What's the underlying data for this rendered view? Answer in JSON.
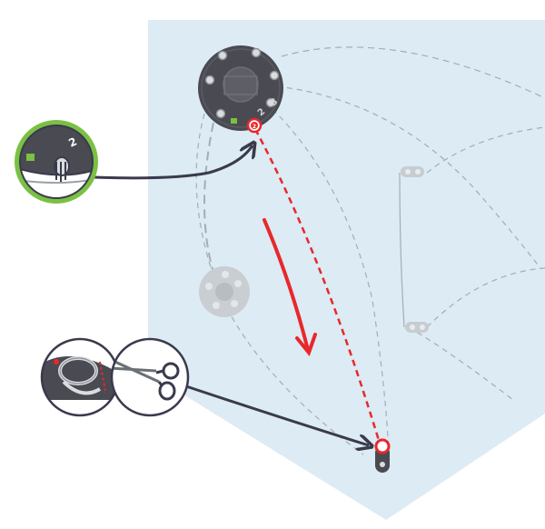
{
  "diagram": {
    "background_color": "#dcebf4",
    "board": {
      "pin_label_2": "2",
      "pin_label_3": "3",
      "pin_marker": "2"
    },
    "inset_top": {
      "ring_color": "#7ac143",
      "pin_label": "2"
    },
    "colors": {
      "stitch_red": "#e8282b",
      "arrow_dark": "#3a3a4d",
      "board_dark": "#4a4a52",
      "led_green": "#7ac143",
      "guide_gray": "#a6adb2"
    },
    "icons": {
      "board": "sewable-microcontroller-icon",
      "knot_detail": "thread-knot-icon",
      "scissors": "scissors-icon",
      "sequin_led": "sewable-led-icon"
    }
  }
}
